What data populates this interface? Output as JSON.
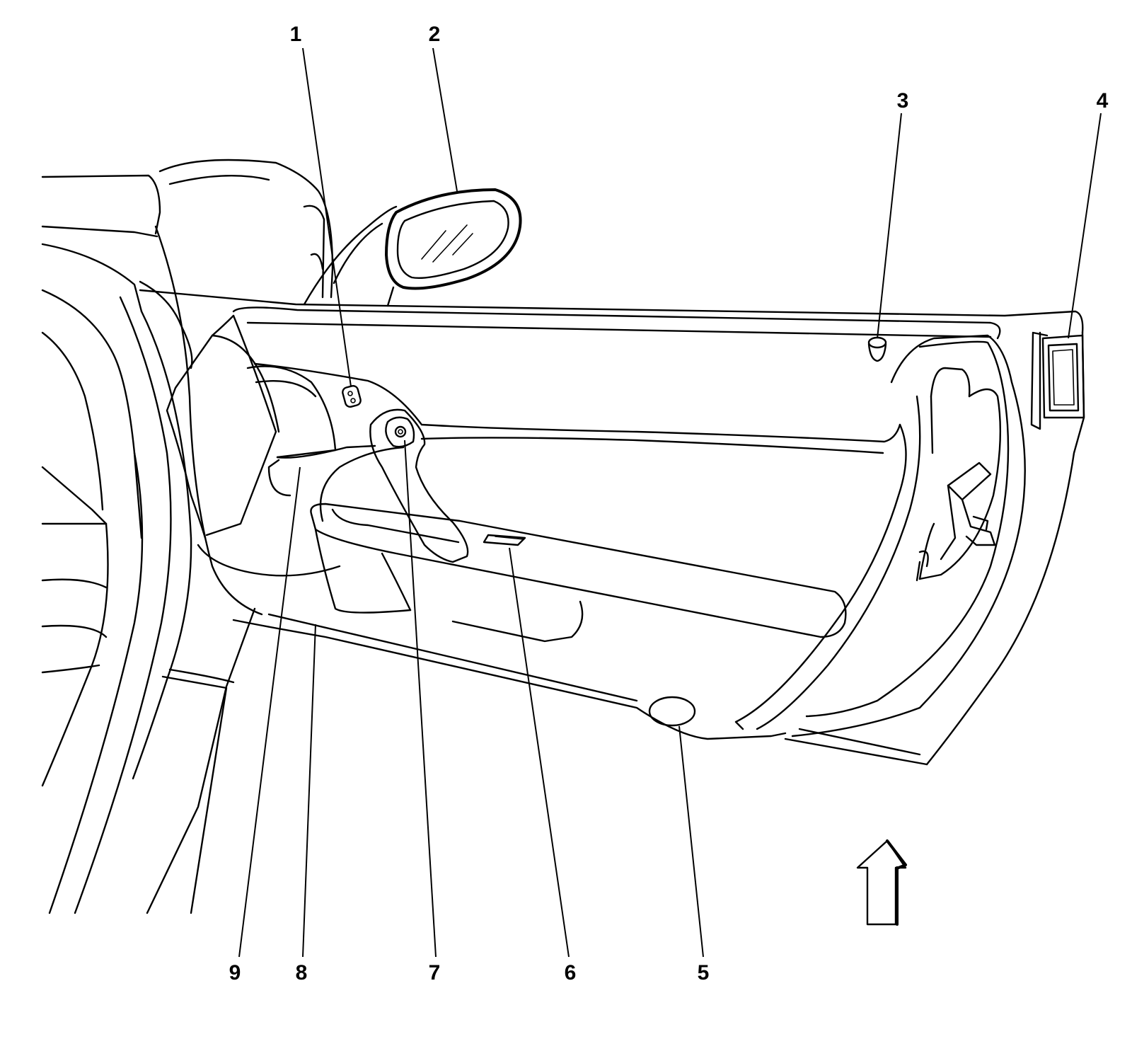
{
  "callouts": [
    {
      "id": "1",
      "label": "1"
    },
    {
      "id": "2",
      "label": "2"
    },
    {
      "id": "3",
      "label": "3"
    },
    {
      "id": "4",
      "label": "4"
    },
    {
      "id": "5",
      "label": "5"
    },
    {
      "id": "6",
      "label": "6"
    },
    {
      "id": "7",
      "label": "7"
    },
    {
      "id": "8",
      "label": "8"
    },
    {
      "id": "9",
      "label": "9"
    }
  ],
  "colors": {
    "line": "#000000",
    "background": "#ffffff"
  },
  "icons": {
    "direction_arrow": "up-arrow-icon"
  }
}
